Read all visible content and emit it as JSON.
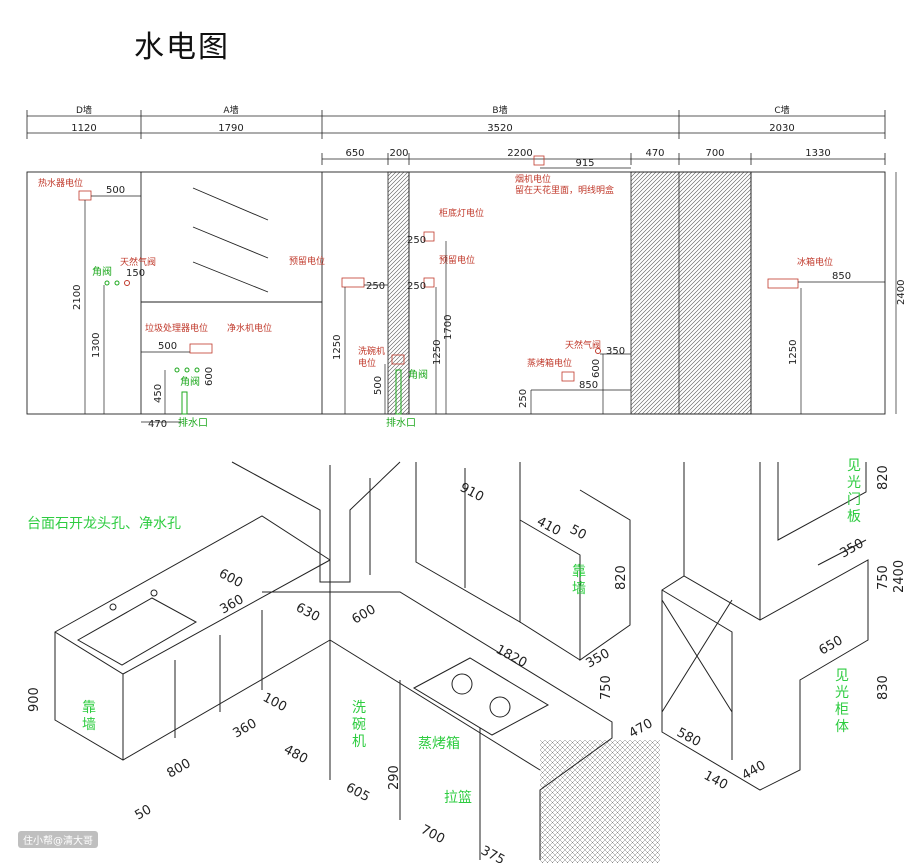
{
  "title": "水电图",
  "watermark": "住小帮@清大哥",
  "colors": {
    "line": "#222222",
    "electric": "#c0392b",
    "water": "#1ea81e",
    "label_green": "#2ecc40"
  },
  "elevation": {
    "walls": [
      {
        "name": "D墙",
        "width": "1120"
      },
      {
        "name": "A墙",
        "width": "1790"
      },
      {
        "name": "B墙",
        "width": "3520"
      },
      {
        "name": "C墙",
        "width": "2030"
      }
    ],
    "sub_dims": [
      "650",
      "200",
      "2200",
      "915",
      "470",
      "700",
      "1330"
    ],
    "labels": {
      "heater": "热水器电位",
      "heater_w": "500",
      "heater_h": "2100",
      "gas_valve": "天然气阀",
      "gas_h": "150",
      "angle_valve": "角阀",
      "angle_h": "1300",
      "disposer": "垃圾处理器电位",
      "purifier": "净水机电位",
      "disp_w": "500",
      "angle_valve2": "角阀",
      "h450": "450",
      "h600": "600",
      "drain": "排水口",
      "d470": "470",
      "reserve1": "预留电位",
      "r250": "250",
      "h1250a": "1250",
      "dishwasher": "洗碗机",
      "dishwasher2": "电位",
      "h500": "500",
      "angle_valve3": "角阀",
      "drain2": "排水口",
      "cabinet_light": "柜底灯电位",
      "cl250": "250",
      "reserve2": "预留电位",
      "r2_250": "250",
      "h1700": "1700",
      "h1250b": "1250",
      "hood": "烟机电位",
      "hood_note": "留在天花里面，明线明盒",
      "gas2": "天然气阀",
      "g350": "350",
      "oven": "蒸烤箱电位",
      "h600b": "600",
      "w850": "850",
      "h250": "250",
      "fridge": "冰箱电位",
      "f850": "850",
      "h1250c": "1250",
      "h2400": "2400"
    }
  },
  "isometric": {
    "counter_note": "台面石开龙头孔、净水孔",
    "dims": [
      "910",
      "410",
      "50",
      "820",
      "350",
      "600",
      "360",
      "630",
      "600",
      "1820",
      "750",
      "470",
      "900",
      "800",
      "50",
      "100",
      "360",
      "480",
      "605",
      "290",
      "700",
      "375",
      "820",
      "350",
      "750",
      "2400",
      "830",
      "650",
      "580",
      "140",
      "440"
    ],
    "labels": {
      "wall1": "靠墙",
      "dishwasher": "洗碗机",
      "oven": "蒸烤箱",
      "basket": "拉篮",
      "wall2": "靠墙",
      "door": "见光门板",
      "cab": "见光柜体"
    }
  }
}
